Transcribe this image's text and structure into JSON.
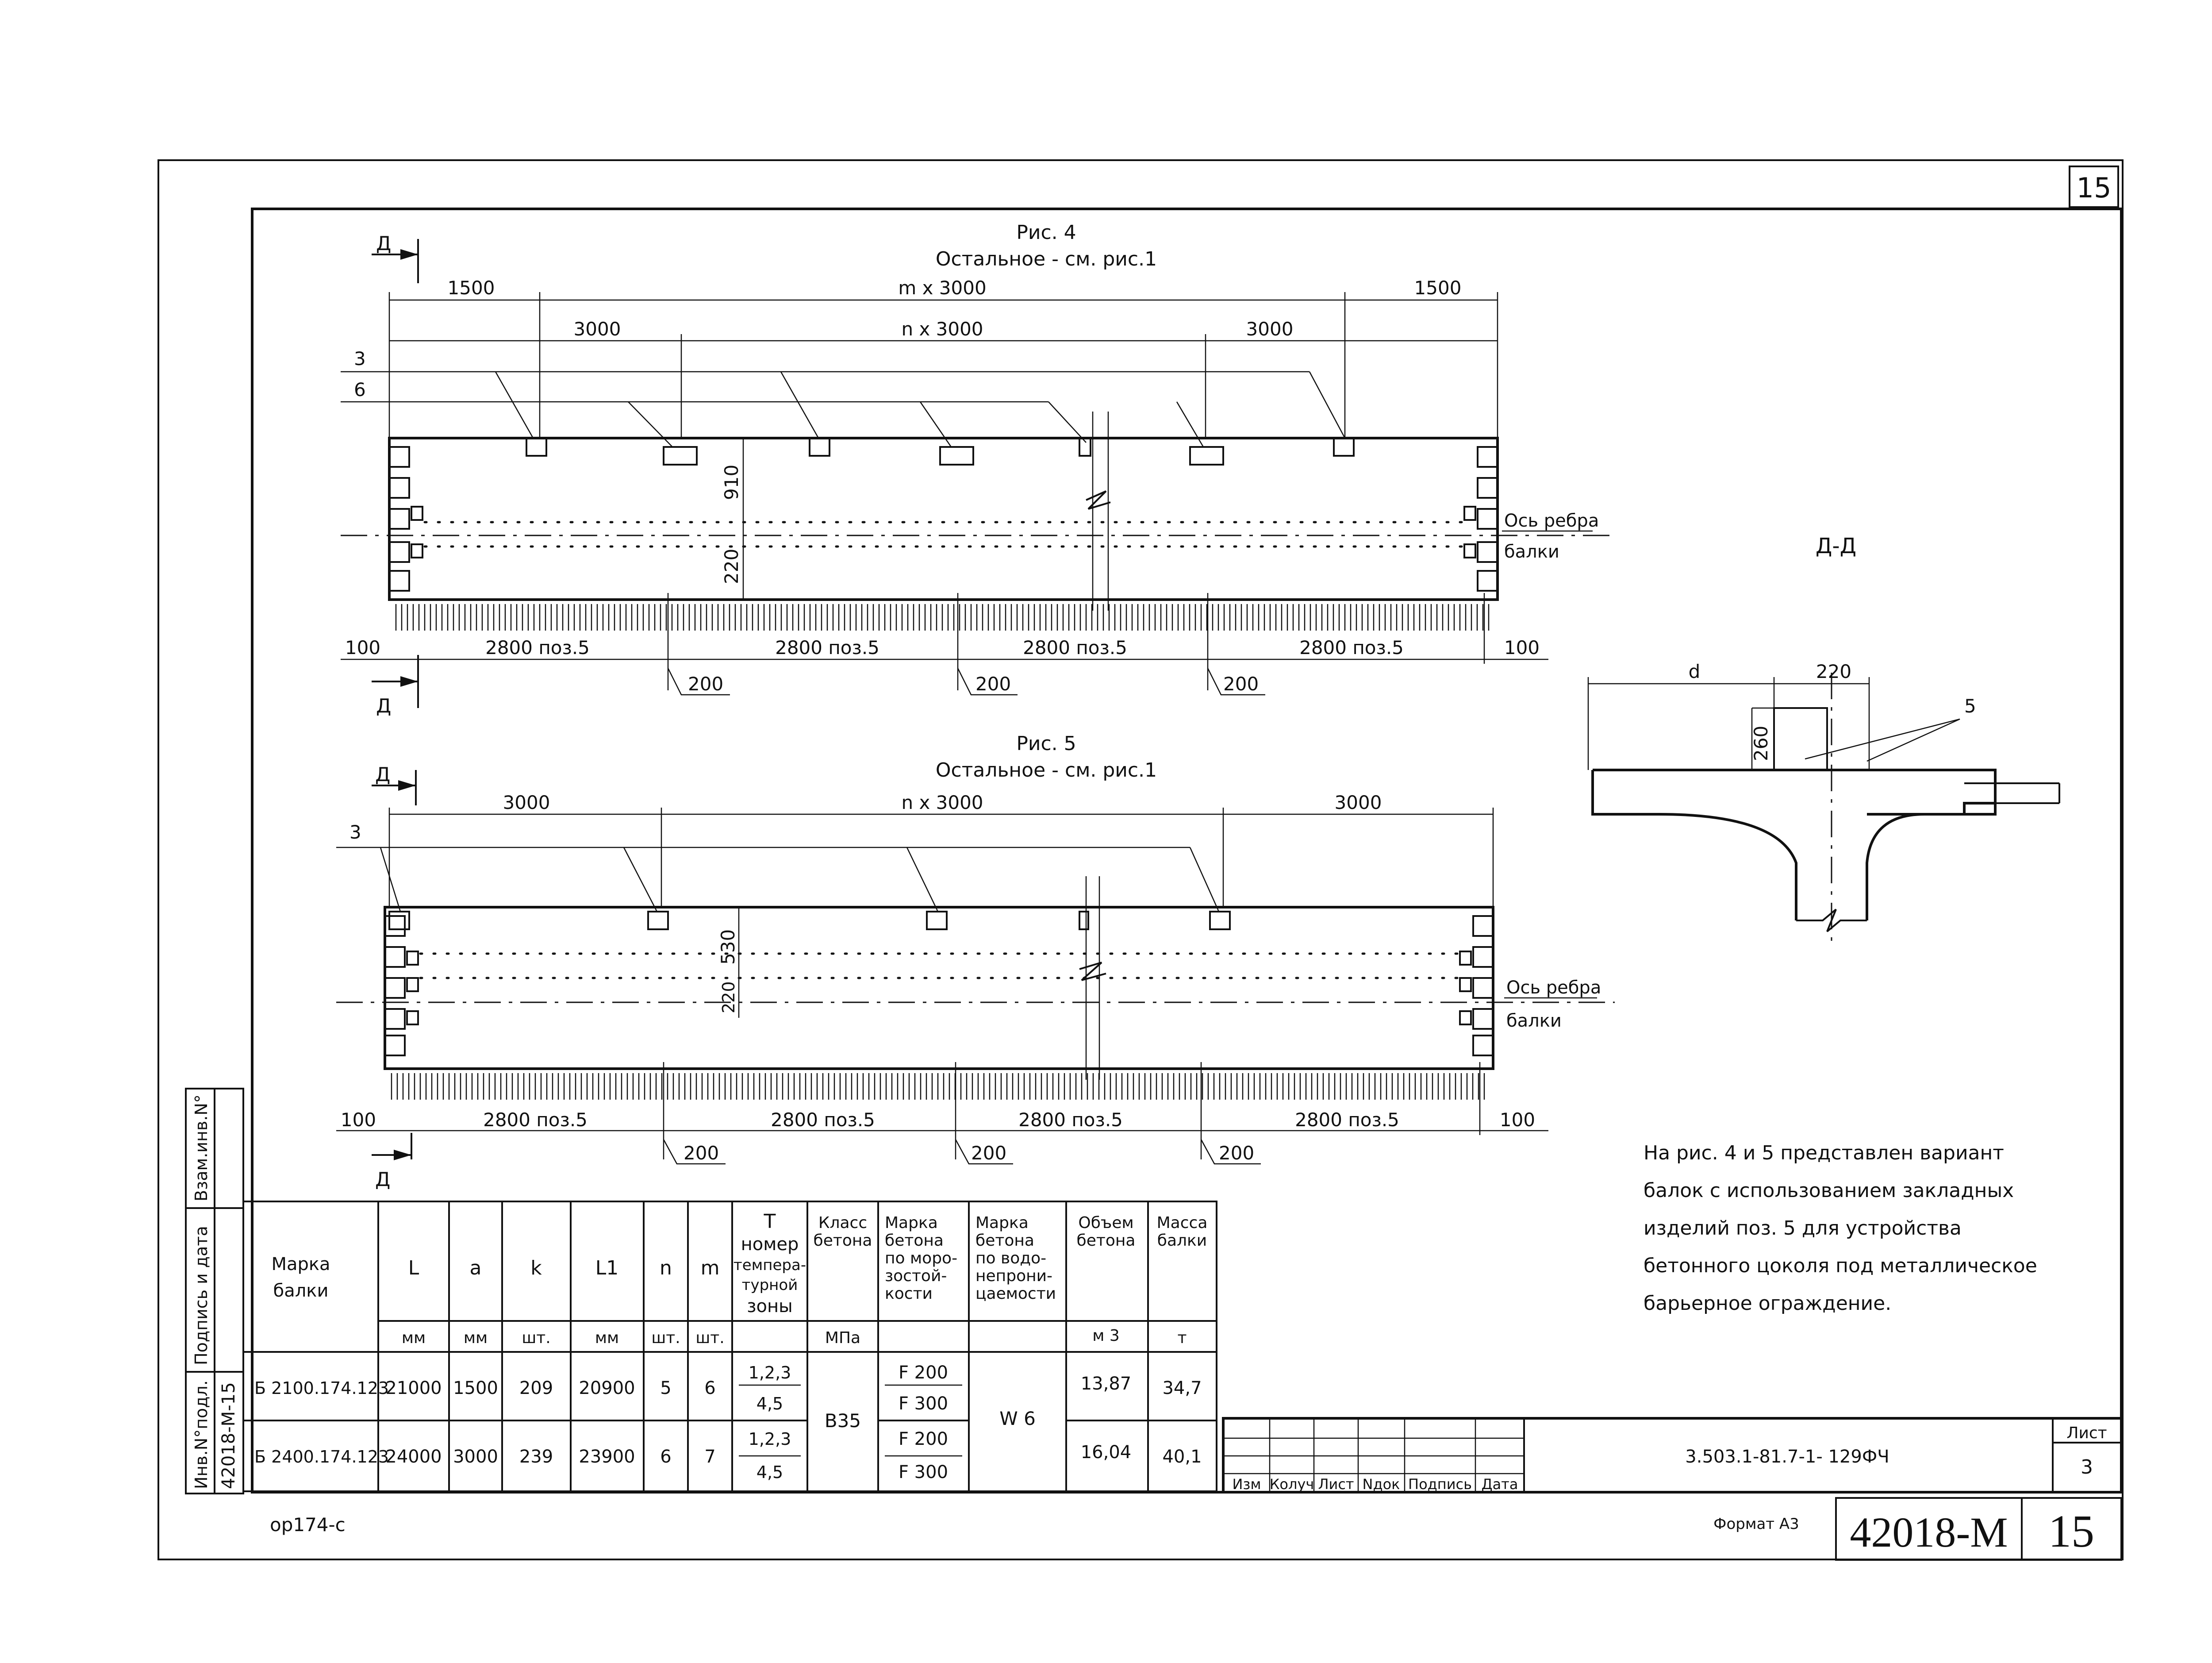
{
  "sheet": {
    "corner_number": "15",
    "doc_code": "3.503.1-81.7-1- 129ФЧ",
    "sheet_label": "Лист",
    "sheet_value": "3",
    "format_label": "Формат А3",
    "stamp_number": "42018-М",
    "stamp_page": "15",
    "bottom_note": "ор174-с",
    "revision_headers": [
      "Изм",
      "Колуч",
      "Лист",
      "Nдок",
      "Подпись",
      "Дата"
    ]
  },
  "left_strip": {
    "inv_label": "Инв.N°подл.",
    "inv_value": "42018-М-15",
    "sign_label": "Подпись и дата",
    "replace_label": "Взам.инв.N°"
  },
  "fig4": {
    "title": "Рис. 4",
    "subtitle": "Остальное - см. рис.1",
    "section_mark": "Д",
    "dim_top": [
      "1500",
      "m x 3000",
      "1500"
    ],
    "dim_second": [
      "3000",
      "n x 3000",
      "3000"
    ],
    "callouts": [
      "3",
      "6"
    ],
    "dim_vertical": [
      "910",
      "220"
    ],
    "axis_label_1": "Ось ребра",
    "axis_label_2": "балки",
    "dim_bottom": [
      "100",
      "2800 поз.5",
      "2800 поз.5",
      "2800 поз.5",
      "2800 поз.5",
      "100"
    ],
    "dim_gap": [
      "200",
      "200",
      "200"
    ]
  },
  "fig5": {
    "title": "Рис. 5",
    "subtitle": "Остальное - см. рис.1",
    "section_mark": "Д",
    "dim_top": [
      "3000",
      "n x 3000",
      "3000"
    ],
    "callouts": [
      "3"
    ],
    "dim_vertical": [
      "530",
      "220"
    ],
    "axis_label_1": "Ось ребра",
    "axis_label_2": "балки",
    "dim_bottom": [
      "100",
      "2800 поз.5",
      "2800 поз.5",
      "2800 поз.5",
      "2800 поз.5",
      "100"
    ],
    "dim_gap": [
      "200",
      "200",
      "200"
    ]
  },
  "section": {
    "title": "Д-Д",
    "dim_d": "d",
    "dim_220": "220",
    "dim_260": "260",
    "callout": "5"
  },
  "note": {
    "lines": [
      "На рис. 4 и 5 представлен вариант",
      "балок с использованием закладных",
      "изделий поз. 5 для устройства",
      "бетонного цоколя под металлическое",
      "барьерное ограждение."
    ]
  },
  "table": {
    "headers": {
      "mark": [
        "Марка",
        "балки"
      ],
      "L": "L",
      "a": "a",
      "k": "k",
      "L1": "L1",
      "n": "n",
      "m": "m",
      "T": [
        "T",
        "номер",
        "темпера-",
        "турной",
        "зоны"
      ],
      "class": [
        "Класс",
        "бетона"
      ],
      "frost": [
        "Марка",
        "бетона",
        "по моро-",
        "зостой-",
        "кости"
      ],
      "water": [
        "Марка",
        "бетона",
        "по водо-",
        "непрони-",
        "цаемости"
      ],
      "volume": [
        "Объем",
        "бетона"
      ],
      "mass": [
        "Масса",
        "балки"
      ]
    },
    "units": [
      "мм",
      "мм",
      "шт.",
      "мм",
      "шт.",
      "шт.",
      "",
      "МПа",
      "",
      "",
      "м 3",
      "т"
    ],
    "rows": [
      {
        "mark": "Б 2100.174.123",
        "L": "21000",
        "a": "1500",
        "k": "209",
        "L1": "20900",
        "n": "5",
        "m": "6",
        "t_top": "1,2,3",
        "t_bot": "4,5",
        "frost_top": "F 200",
        "frost_bot": "F 300",
        "volume": "13,87",
        "mass": "34,7"
      },
      {
        "mark": "Б 2400.174.123",
        "L": "24000",
        "a": "3000",
        "k": "239",
        "L1": "23900",
        "n": "6",
        "m": "7",
        "t_top": "1,2,3",
        "t_bot": "4,5",
        "frost_top": "F 200",
        "frost_bot": "F 300",
        "volume": "16,04",
        "mass": "40,1"
      }
    ],
    "class_value": "В35",
    "water_value": "W 6"
  }
}
